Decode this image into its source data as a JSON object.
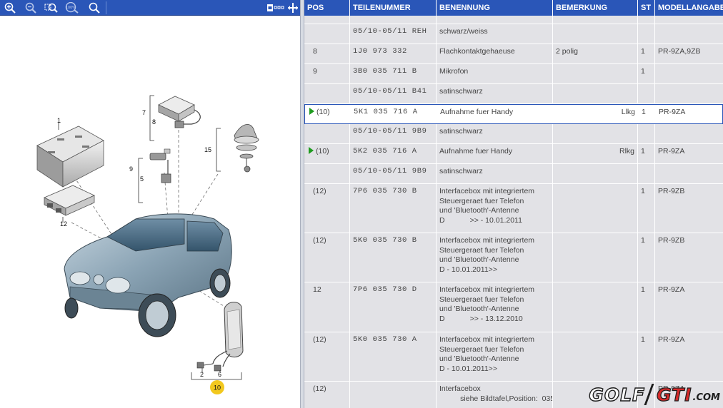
{
  "toolbar": {
    "buttons": [
      {
        "icon": "zoom-in-icon"
      },
      {
        "icon": "zoom-out-icon"
      },
      {
        "icon": "zoom-area-icon"
      },
      {
        "icon": "zoom-100-icon",
        "label": "100%"
      },
      {
        "icon": "search-icon"
      }
    ],
    "right_buttons": [
      {
        "icon": "hotspot-list-icon"
      },
      {
        "icon": "splitter-move-icon"
      }
    ]
  },
  "drawing": {
    "callouts": [
      "1",
      "7",
      "8",
      "9",
      "5",
      "15",
      "12",
      "2",
      "6",
      "10"
    ],
    "highlighted_callout": "10",
    "highlight_color": "#f2c81e"
  },
  "table": {
    "columns": [
      "POS",
      "TEILENUMMER",
      "BENENNUNG",
      "BEMERKUNG",
      "ST",
      "MODELLANGABE"
    ],
    "rows": [
      {
        "pos": "",
        "part": "",
        "name": "",
        "remark": "",
        "qty": "",
        "model": ""
      },
      {
        "pos": "",
        "part": "05/10-05/11 REH",
        "name": "schwarz/weiss",
        "remark": "",
        "qty": "",
        "model": ""
      },
      {
        "pos": "8",
        "part": "1J0 973 332",
        "name": "Flachkontaktgehaeuse",
        "remark": "2 polig",
        "qty": "1",
        "model": "PR-9ZA,9ZB"
      },
      {
        "pos": "9",
        "part": "3B0 035 711 B",
        "name": "Mikrofon",
        "remark": "",
        "qty": "1",
        "model": ""
      },
      {
        "pos": "",
        "part": "05/10-05/11 B41",
        "name": "satinschwarz",
        "remark": "",
        "qty": "",
        "model": ""
      },
      {
        "pos": "(10)",
        "part": "5K1 035 716 A",
        "name": "Aufnahme fuer Handy",
        "remark": "Llkg",
        "qty": "1",
        "model": "PR-9ZA",
        "arrow": true,
        "selected": true
      },
      {
        "pos": "",
        "part": "05/10-05/11 9B9",
        "name": "satinschwarz",
        "remark": "",
        "qty": "",
        "model": ""
      },
      {
        "pos": "(10)",
        "part": "5K2 035 716 A",
        "name": "Aufnahme fuer Handy",
        "remark": "Rlkg",
        "qty": "1",
        "model": "PR-9ZA",
        "arrow": true
      },
      {
        "pos": "",
        "part": "05/10-05/11 9B9",
        "name": "satinschwarz",
        "remark": "",
        "qty": "",
        "model": ""
      },
      {
        "pos": "(12)",
        "part": "7P6 035 730 B",
        "name": "Interfacebox mit integriertem\nSteuergeraet fuer Telefon\nund 'Bluetooth'-Antenne\nD            >> - 10.01.2011",
        "remark": "",
        "qty": "1",
        "model": "PR-9ZB"
      },
      {
        "pos": "(12)",
        "part": "5K0 035 730 B",
        "name": "Interfacebox mit integriertem\nSteuergeraet fuer Telefon\nund 'Bluetooth'-Antenne\nD - 10.01.2011>>",
        "remark": "",
        "qty": "1",
        "model": "PR-9ZB"
      },
      {
        "pos": "12",
        "part": "7P6 035 730 D",
        "name": "Interfacebox mit integriertem\nSteuergeraet fuer Telefon\nund 'Bluetooth'-Antenne\nD            >> - 13.12.2010",
        "remark": "",
        "qty": "1",
        "model": "PR-9ZA"
      },
      {
        "pos": "(12)",
        "part": "5K0 035 730 A",
        "name": "Interfacebox mit integriertem\nSteuergeraet fuer Telefon\nund 'Bluetooth'-Antenne\nD - 10.01.2011>>",
        "remark": "",
        "qty": "1",
        "model": "PR-9ZA"
      },
      {
        "pos": "(12)",
        "part": "",
        "name": "Interfacebox\n          siehe Bildtafel,Position:  035",
        "remark": "",
        "qty": "",
        "model": "PR-9ZA"
      }
    ]
  },
  "watermark": {
    "part1": "GOLF",
    "part2": "GTI",
    "part3": ".COM"
  },
  "colors": {
    "header_bg": "#2a56b8",
    "table_bg": "#e2e2e6",
    "arrow": "#1e9b1e"
  }
}
